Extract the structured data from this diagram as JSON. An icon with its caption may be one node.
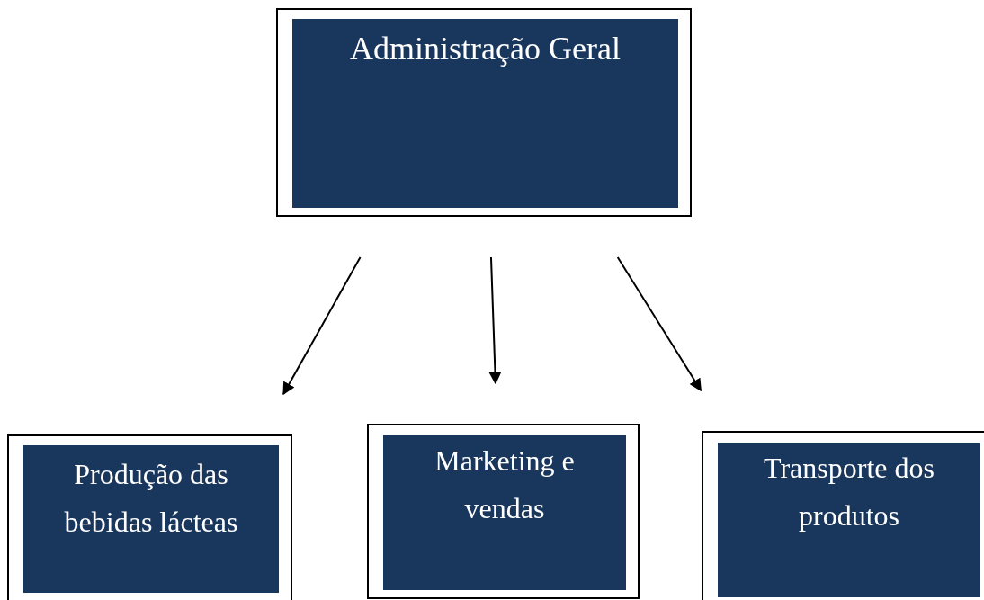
{
  "diagram": {
    "nodes": [
      {
        "text": [
          "Administração Geral"
        ]
      },
      {
        "text": [
          "Produção das bebidas lácteas"
        ]
      },
      {
        "text": [
          "Marketing e vendas"
        ]
      },
      {
        "text": [
          "Transporte dos produtos"
        ]
      }
    ],
    "edges": [
      {
        "from": 0,
        "to": 1,
        "arrow": "to"
      },
      {
        "from": 0,
        "to": 2,
        "arrow": "to"
      },
      {
        "from": 0,
        "to": 3,
        "arrow": "to"
      }
    ]
  }
}
